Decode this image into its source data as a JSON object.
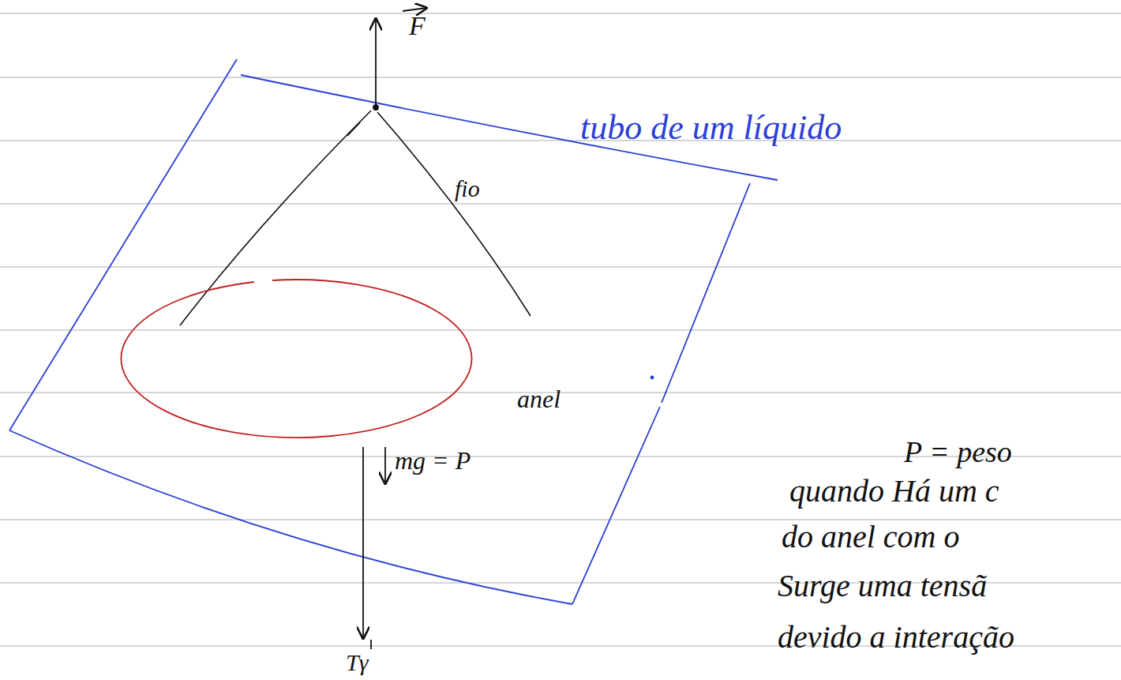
{
  "diagram": {
    "labels": [
      "F",
      "tubo de um líquido",
      "fio",
      "anel",
      "mg = P",
      "Tγ",
      "P = peso",
      "quando Há um c",
      "do anel com o",
      "Surge uma tensã",
      "devido a interação"
    ]
  }
}
